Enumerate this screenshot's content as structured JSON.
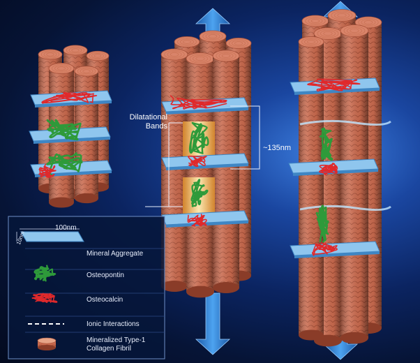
{
  "labels": {
    "dilatational_bands": "Dilatational Bands",
    "spacing": "~135nm"
  },
  "legend": {
    "dim_width": "100nm",
    "dim_height": "10nm",
    "items": [
      {
        "label": "Mineral Aggregate"
      },
      {
        "label": "Osteopontin"
      },
      {
        "label": "Osteocalcin"
      },
      {
        "label": "Ionic Interactions"
      },
      {
        "label": "Mineralized Type-1 Collagen Fibril"
      }
    ]
  },
  "colors": {
    "collagen": "#c96a4e",
    "collagen_dark": "#8a3c28",
    "plate": "#8fc6ee",
    "plate_edge": "#3f86c4",
    "osteopontin": "#2e9a3a",
    "osteocalcin": "#e0292b",
    "band": "#f4c76b",
    "arrow": "#2f7fd3"
  }
}
